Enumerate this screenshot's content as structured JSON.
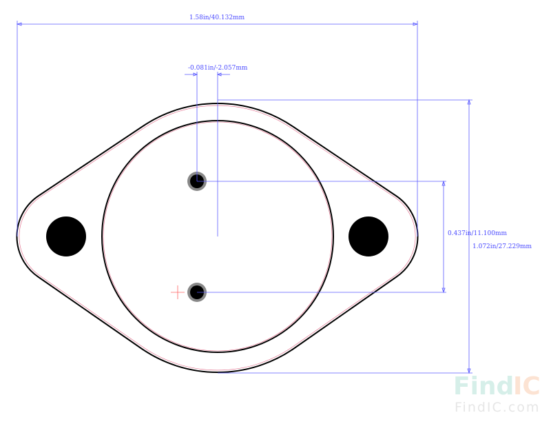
{
  "dimensions": {
    "overall_width": "1.58in/40.132mm",
    "pin_offset": "-0.081in/-2.057mm",
    "pin_spacing": "0.437in/11.100mm",
    "overall_height": "1.072in/27.229mm"
  },
  "watermark": {
    "logo_find": "Find",
    "logo_ic": "IC",
    "url": "FindIC.com"
  },
  "colors": {
    "dimension": "#5a5aff",
    "outline": "#000000",
    "guide": "#e06080",
    "watermark_teal": "#d6efe9",
    "watermark_orange": "#fce3d3"
  }
}
